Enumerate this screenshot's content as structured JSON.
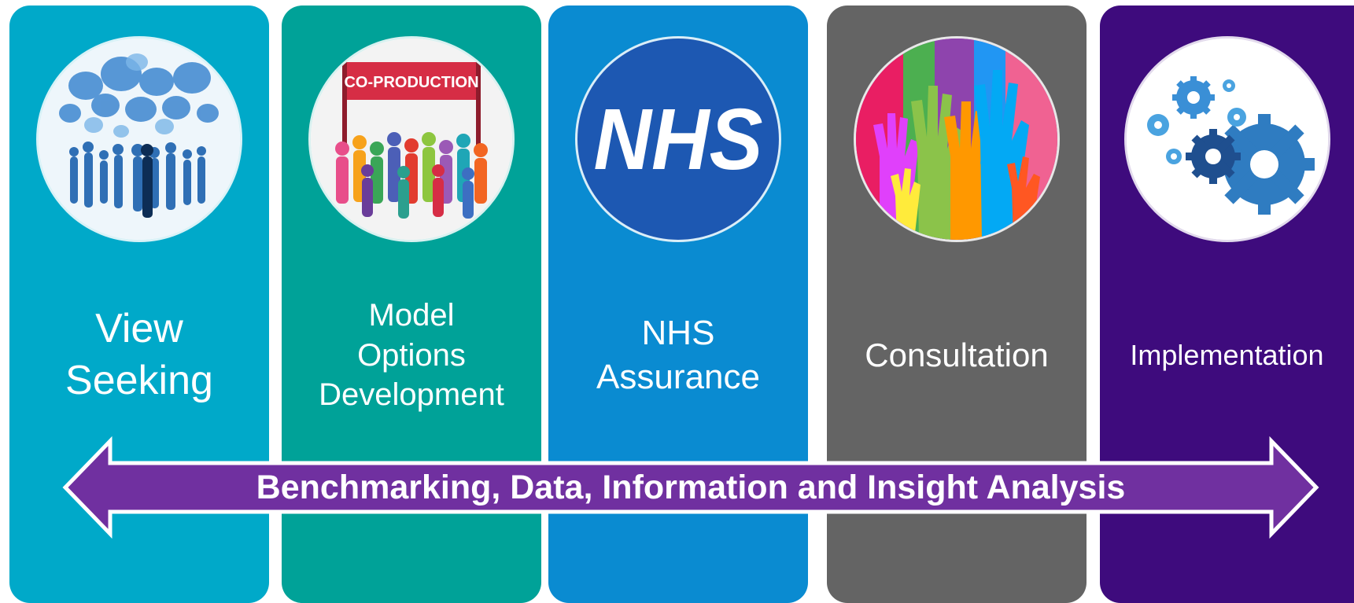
{
  "stages": [
    {
      "id": "view-seeking",
      "label": "View\nSeeking",
      "color": "#00a9c9"
    },
    {
      "id": "model-options",
      "label": "Model\nOptions\nDevelopment",
      "color": "#00a298",
      "banner": "CO-PRODUCTION"
    },
    {
      "id": "nhs-assurance",
      "label": "NHS\nAssurance",
      "color": "#0a8bd1",
      "logo": "NHS",
      "logo_color": "#1d58b2"
    },
    {
      "id": "consultation",
      "label": "Consultation",
      "color": "#646464"
    },
    {
      "id": "implementation",
      "label": "Implementation",
      "color": "#3e0b7d"
    }
  ],
  "arrow": {
    "label": "Benchmarking, Data, Information and Insight Analysis",
    "color": "#7030a0"
  },
  "icons": [
    "speech-bubbles-crowd-icon",
    "co-production-crowd-icon",
    "nhs-logo-icon",
    "raised-hands-icon",
    "gears-icon"
  ]
}
